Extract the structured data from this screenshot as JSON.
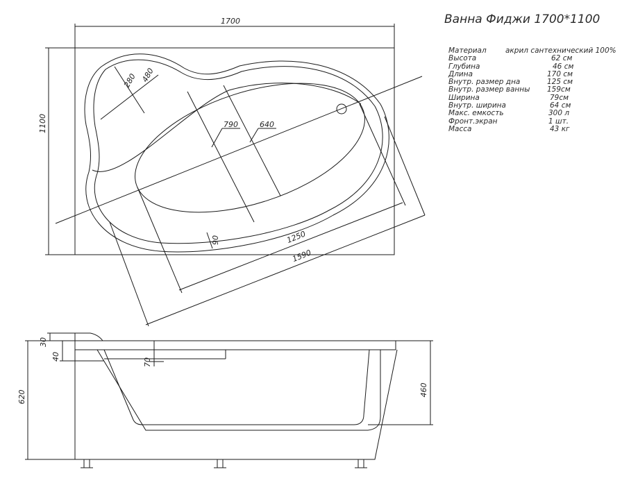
{
  "title": "Ванна Фиджи 1700*1100",
  "specs": [
    {
      "name": "Материал",
      "value": "акрил сантехнический 100%"
    },
    {
      "name": "Высота",
      "value": "62 см"
    },
    {
      "name": "Глубина",
      "value": "46 см"
    },
    {
      "name": "Длина",
      "value": "170 см"
    },
    {
      "name": "Внутр. размер дна",
      "value": "125 см"
    },
    {
      "name": "Внутр. размер ванны",
      "value": "159см"
    },
    {
      "name": "Ширина",
      "value": "79см"
    },
    {
      "name": "Внутр. ширина",
      "value": "64 см"
    },
    {
      "name": "Макс. емкость",
      "value": "300 л"
    },
    {
      "name": "Фронт.экран",
      "value": "1 шт."
    },
    {
      "name": "Масса",
      "value": "43 кг"
    }
  ],
  "top_view_dims": {
    "length": "1700",
    "width": "1100",
    "d280": "280",
    "d480": "480",
    "d790": "790",
    "d640": "640",
    "d90": "90",
    "d1250": "1250",
    "d1590": "1590"
  },
  "side_view_dims": {
    "d30": "30",
    "d40": "40",
    "d70": "70",
    "d620": "620",
    "d460": "460"
  },
  "colors": {
    "line": "#1a1a1a",
    "text": "#2a2a2a",
    "background": "#ffffff"
  }
}
